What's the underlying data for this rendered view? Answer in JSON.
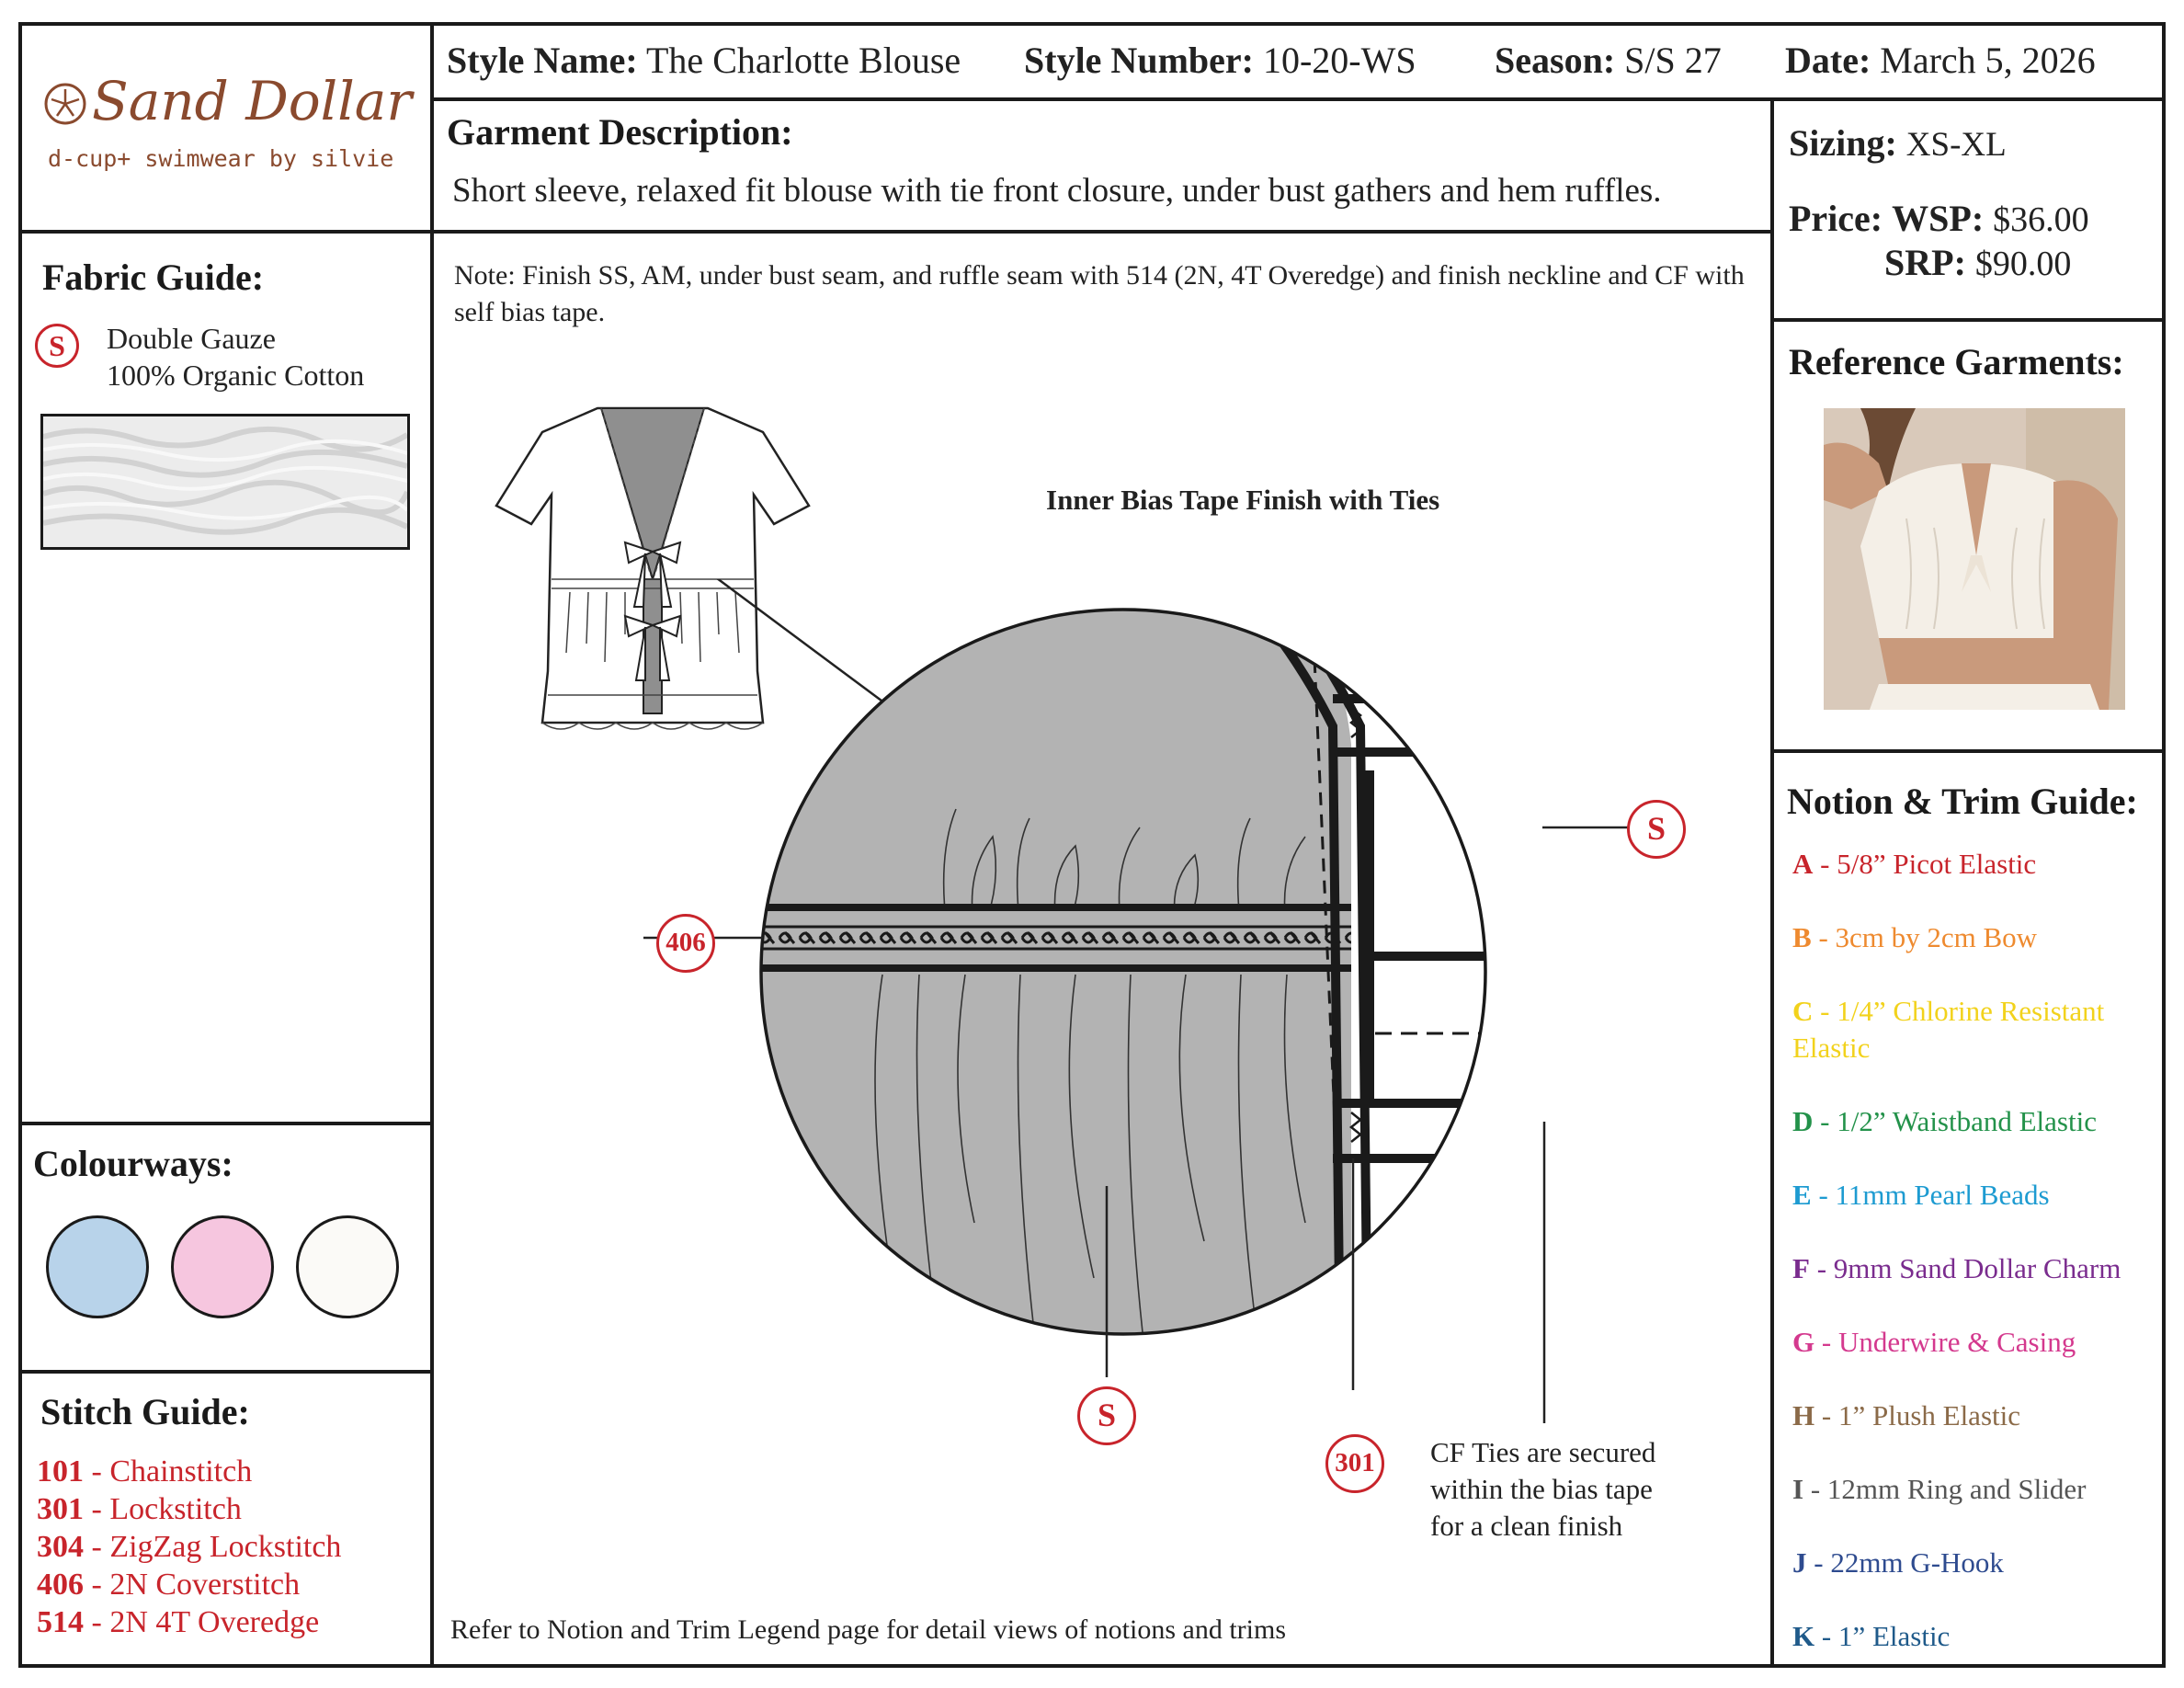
{
  "brand": {
    "name": "Sand Dollar",
    "tagline": "d-cup+ swimwear by silvie",
    "color": "#8a4a2e"
  },
  "header": {
    "style_name_label": "Style Name:",
    "style_name": "The Charlotte Blouse",
    "style_number_label": "Style Number:",
    "style_number": "10-20-WS",
    "season_label": "Season:",
    "season": "S/S 27",
    "date_label": "Date:",
    "date": "March 5, 2026"
  },
  "description": {
    "title": "Garment Description:",
    "text": "Short sleeve, relaxed fit blouse with tie front closure, under bust gathers and hem ruffles."
  },
  "pricing": {
    "sizing_label": "Sizing:",
    "sizing": "XS-XL",
    "price_label": "Price:",
    "wsp_label": "WSP:",
    "wsp": "$36.00",
    "srp_label": "SRP:",
    "srp": "$90.00"
  },
  "fabric_guide": {
    "title": "Fabric Guide:",
    "symbol": "S",
    "name": "Double Gauze",
    "content": "100% Organic Cotton"
  },
  "colourways": {
    "title": "Colourways:",
    "colors": [
      "#b8d3ea",
      "#f6c6df",
      "#fbfaf7"
    ]
  },
  "stitch_guide": {
    "title": "Stitch Guide:",
    "items": [
      {
        "code": "101",
        "name": "Chainstitch"
      },
      {
        "code": "301",
        "name": "Lockstitch"
      },
      {
        "code": "304",
        "name": "ZigZag Lockstitch"
      },
      {
        "code": "406",
        "name": "2N Coverstitch"
      },
      {
        "code": "514",
        "name": "2N 4T Overedge"
      }
    ]
  },
  "note": "Note: Finish SS, AM, under bust seam, and ruffle seam with 514 (2N, 4T Overedge) and finish neckline and CF with self bias tape.",
  "detail": {
    "title": "Inner Bias Tape Finish with Ties",
    "callouts": {
      "stitch_406": "406",
      "stitch_301": "301",
      "self_fabric_left": "S",
      "self_fabric_right": "S"
    },
    "cf_note": [
      "CF Ties are secured",
      "within the bias tape",
      "for a clean finish"
    ]
  },
  "footer_note": "Refer to Notion and Trim Legend page for detail views of notions and trims",
  "reference": {
    "title": "Reference Garments:",
    "icon": "reference-photo-icon"
  },
  "trim_guide": {
    "title": "Notion & Trim Guide:",
    "items": [
      {
        "code": "A",
        "name": "5/8” Picot Elastic",
        "color": "#c8242b"
      },
      {
        "code": "B",
        "name": "3cm by 2cm Bow",
        "color": "#ee8a2f"
      },
      {
        "code": "C",
        "name": "1/4” Chlorine Resistant",
        "name2": "Elastic",
        "color": "#f2d21c"
      },
      {
        "code": "D",
        "name": "1/2” Waistband Elastic",
        "color": "#23924a"
      },
      {
        "code": "E",
        "name": "11mm Pearl Beads",
        "color": "#1d9bd1"
      },
      {
        "code": "F",
        "name": "9mm Sand Dollar Charm",
        "color": "#7a2c8e"
      },
      {
        "code": "G",
        "name": "Underwire & Casing",
        "color": "#d4398e"
      },
      {
        "code": "H",
        "name": "1” Plush Elastic",
        "color": "#8b6a48"
      },
      {
        "code": "I",
        "name": "12mm Ring and Slider",
        "color": "#555555"
      },
      {
        "code": "J",
        "name": "22mm G-Hook",
        "color": "#2e4b8f"
      },
      {
        "code": "K",
        "name": "1” Elastic",
        "color": "#1f5a8a"
      }
    ]
  }
}
